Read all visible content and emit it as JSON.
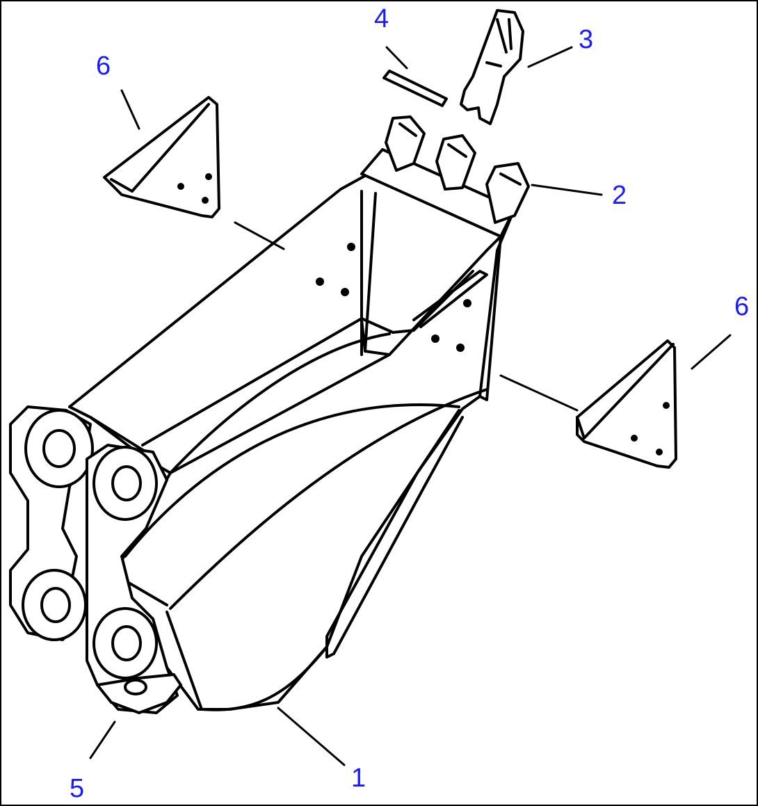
{
  "callouts": {
    "c1": "1",
    "c2": "2",
    "c3": "3",
    "c4": "4",
    "c5": "5",
    "c6_left": "6",
    "c6_right": "6"
  },
  "colors": {
    "callout": "#1a1aff",
    "line": "#000000",
    "background": "#ffffff"
  }
}
